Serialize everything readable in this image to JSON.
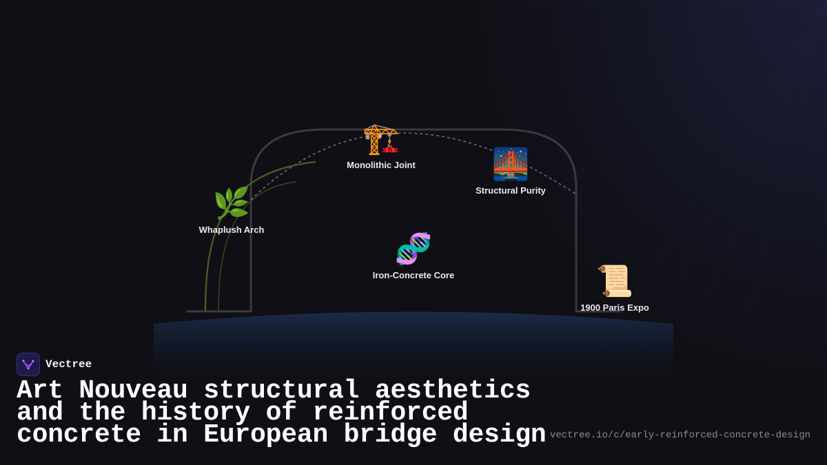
{
  "diagram": {
    "nodes": [
      {
        "id": "whaplush",
        "icon": "🌿",
        "icon_name": "herb-icon",
        "label": "Whaplush Arch"
      },
      {
        "id": "monolithic",
        "icon": "🏗️",
        "icon_name": "crane-icon",
        "label": "Monolithic Joint"
      },
      {
        "id": "purity",
        "icon": "🌉",
        "icon_name": "bridge-at-night-icon",
        "label": "Structural Purity"
      },
      {
        "id": "core",
        "icon": "🧬",
        "icon_name": "dna-icon",
        "label": "Iron-Concrete Core"
      },
      {
        "id": "expo",
        "icon": "📜",
        "icon_name": "scroll-icon",
        "label": "1900 Paris Expo"
      }
    ],
    "colors": {
      "arch": "#3a3a3f",
      "vine": "#4b5a22",
      "water_top": "#1a2a48",
      "dashed": "#77777f"
    }
  },
  "brand": {
    "name": "Vectree",
    "logo_icon": "vectree-logo-icon",
    "logo_color": "#a35cf5"
  },
  "title": "Art Nouveau structural aesthetics and the history of reinforced concrete in European bridge design",
  "url": "vectree.io/c/early-reinforced-concrete-design"
}
